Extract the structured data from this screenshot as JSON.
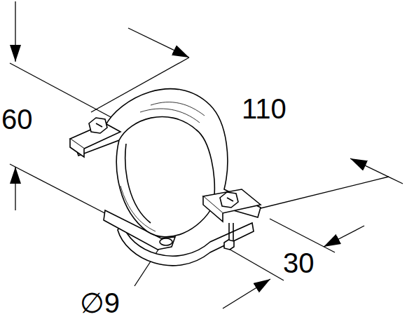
{
  "diagram": {
    "labels": [
      "60",
      "110",
      "30",
      "∅9"
    ]
  }
}
